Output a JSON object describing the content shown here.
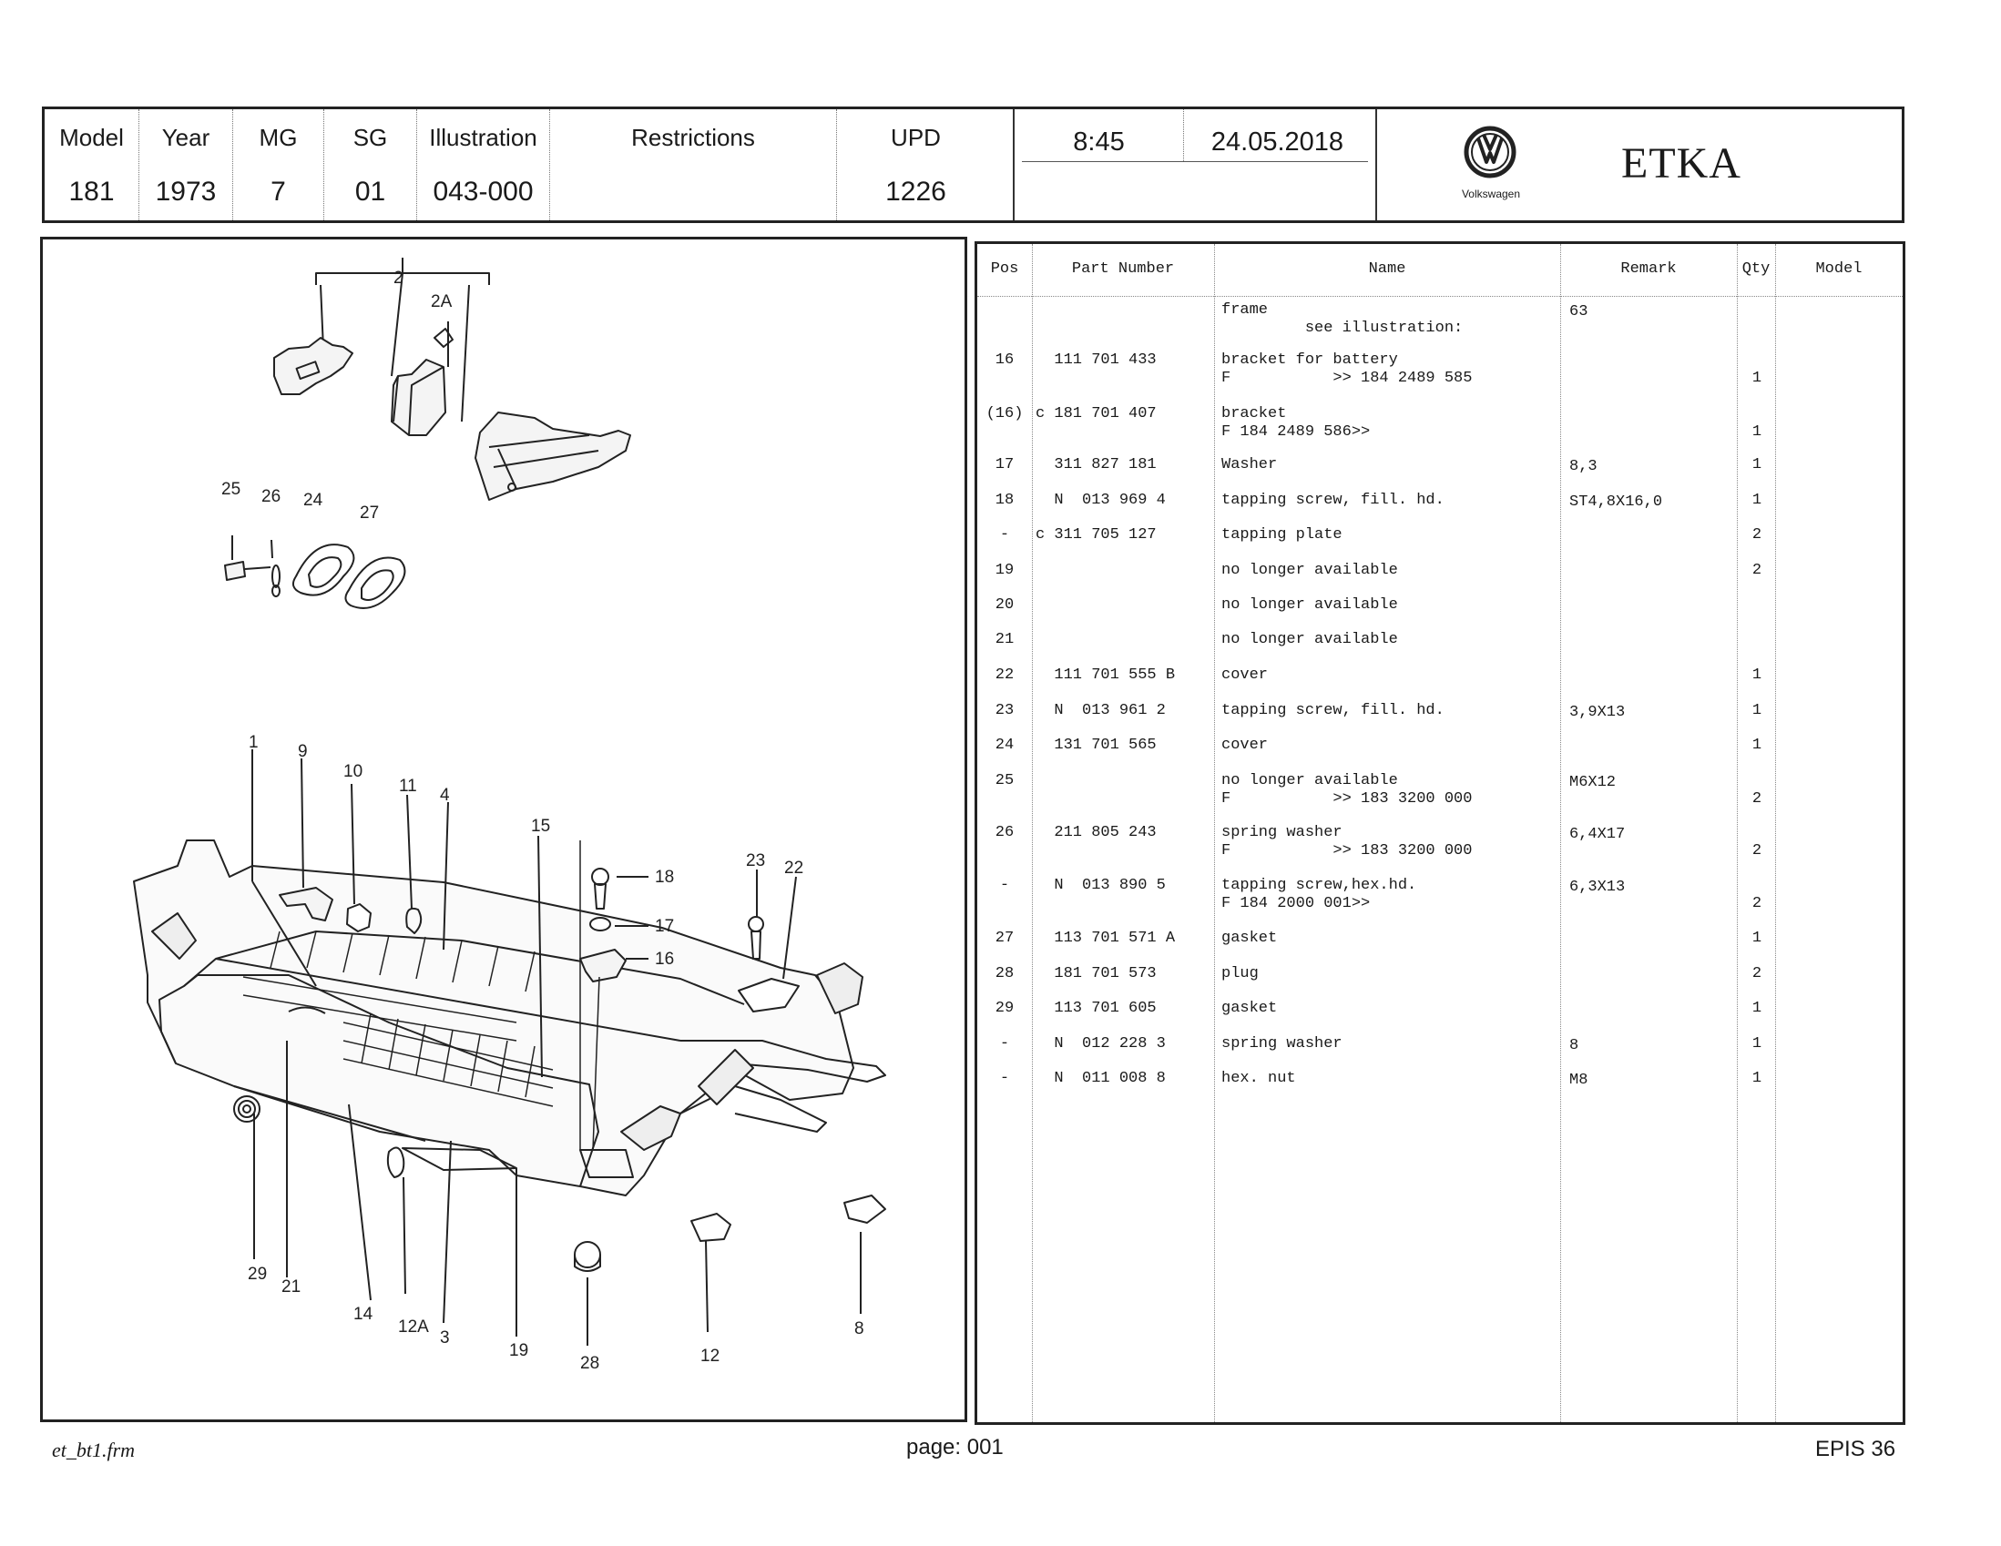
{
  "header": {
    "cells": [
      {
        "label": "Model",
        "value": "181"
      },
      {
        "label": "Year",
        "value": "1973"
      },
      {
        "label": "MG",
        "value": "7"
      },
      {
        "label": "SG",
        "value": "01"
      },
      {
        "label": "Illustration",
        "value": "043-000"
      },
      {
        "label": "Restrictions",
        "value": ""
      },
      {
        "label": "UPD",
        "value": "1226"
      }
    ],
    "time": "8:45",
    "date": "24.05.2018",
    "brand": "Volkswagen",
    "logo_text": "ETKA"
  },
  "illustration": {
    "callouts": [
      "2",
      "2A",
      "25",
      "26",
      "24",
      "27",
      "1",
      "9",
      "10",
      "11",
      "4",
      "15",
      "18",
      "17",
      "16",
      "23",
      "22",
      "29",
      "21",
      "14",
      "12A",
      "3",
      "19",
      "28",
      "12",
      "8"
    ]
  },
  "table": {
    "columns": [
      "Pos",
      "Part Number",
      "Name",
      "Remark",
      "Qty",
      "Model"
    ],
    "rows": [
      {
        "pos": "",
        "pn": "",
        "name": "frame",
        "name2": "         see illustration:",
        "remark": "63",
        "qty": ""
      },
      {
        "pos": "16",
        "pn": "  111 701 433",
        "name": "bracket for battery",
        "name2": "F           >> 184 2489 585",
        "remark": "",
        "qty": "1"
      },
      {
        "pos": "(16)",
        "pn": "c 181 701 407",
        "name": "bracket",
        "name2": "F 184 2489 586>>",
        "remark": "",
        "qty": "1"
      },
      {
        "pos": "17",
        "pn": "  311 827 181",
        "name": "Washer",
        "name2": "",
        "remark": "8,3",
        "qty": "1"
      },
      {
        "pos": "18",
        "pn": "  N  013 969 4",
        "name": "tapping screw, fill. hd.",
        "name2": "",
        "remark": "ST4,8X16,0",
        "qty": "1"
      },
      {
        "pos": "-",
        "pn": "c 311 705 127",
        "name": "tapping plate",
        "name2": "",
        "remark": "",
        "qty": "2"
      },
      {
        "pos": "19",
        "pn": "",
        "name": "no longer available",
        "name2": "",
        "remark": "",
        "qty": "2"
      },
      {
        "pos": "20",
        "pn": "",
        "name": "no longer available",
        "name2": "",
        "remark": "",
        "qty": ""
      },
      {
        "pos": "21",
        "pn": "",
        "name": "no longer available",
        "name2": "",
        "remark": "",
        "qty": ""
      },
      {
        "pos": "22",
        "pn": "  111 701 555 B",
        "name": "cover",
        "name2": "",
        "remark": "",
        "qty": "1"
      },
      {
        "pos": "23",
        "pn": "  N  013 961 2",
        "name": "tapping screw, fill. hd.",
        "name2": "",
        "remark": "3,9X13",
        "qty": "1"
      },
      {
        "pos": "24",
        "pn": "  131 701 565",
        "name": "cover",
        "name2": "",
        "remark": "",
        "qty": "1"
      },
      {
        "pos": "25",
        "pn": "",
        "name": "no longer available",
        "name2": "F           >> 183 3200 000",
        "remark": "M6X12",
        "qty": "2"
      },
      {
        "pos": "26",
        "pn": "  211 805 243",
        "name": "spring washer",
        "name2": "F           >> 183 3200 000",
        "remark": "6,4X17",
        "qty": "2"
      },
      {
        "pos": "-",
        "pn": "  N  013 890 5",
        "name": "tapping screw,hex.hd.",
        "name2": "F 184 2000 001>>",
        "remark": "6,3X13",
        "qty": "2"
      },
      {
        "pos": "27",
        "pn": "  113 701 571 A",
        "name": "gasket",
        "name2": "",
        "remark": "",
        "qty": "1"
      },
      {
        "pos": "28",
        "pn": "  181 701 573",
        "name": "plug",
        "name2": "",
        "remark": "",
        "qty": "2"
      },
      {
        "pos": "29",
        "pn": "  113 701 605",
        "name": "gasket",
        "name2": "",
        "remark": "",
        "qty": "1"
      },
      {
        "pos": "-",
        "pn": "  N  012 228 3",
        "name": "spring washer",
        "name2": "",
        "remark": "8",
        "qty": "1"
      },
      {
        "pos": "-",
        "pn": "  N  011 008 8",
        "name": "hex. nut",
        "name2": "",
        "remark": "M8",
        "qty": "1"
      }
    ]
  },
  "footer": {
    "left": "et_bt1.frm",
    "page": "page: 001",
    "right": "EPIS 36"
  }
}
